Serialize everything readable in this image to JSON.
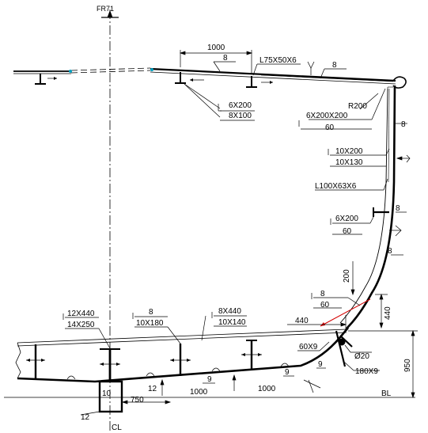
{
  "drawing": {
    "frame_label": "FR71",
    "centerline_label": "CL",
    "baseline_label": "BL",
    "deck": {
      "spacing_dim": "1000",
      "thickness": "8",
      "angle_label": "L75X50X6",
      "edge_thickness": "8",
      "girder_top": "6X200",
      "girder_bottom": "8X100"
    },
    "corner": {
      "radius": "R200",
      "bracket_top": "6X200X200",
      "bracket_bottom": "60"
    },
    "side": {
      "web_frame_top": "10X200",
      "web_frame_bottom": "10X130",
      "shell_thickness_1": "8",
      "shell_thickness_2": "8",
      "shell_thickness_3": "8",
      "frame_angle": "L100X63X6",
      "stringer_top": "6X200",
      "stringer_bottom": "60"
    },
    "bilge": {
      "dim_200": "200",
      "dim_440_v": "440",
      "dim_440_h": "440",
      "bracket_top": "8",
      "bracket_bottom": "60",
      "flat_bar": "60X9",
      "round_bar": "Ø20",
      "keelson": "180X9",
      "thickness_a": "9",
      "thickness_b": "9"
    },
    "bottom": {
      "cl_girder_top": "12X440",
      "cl_girder_bottom": "14X250",
      "floor_plate_top": "8",
      "floor_plate_bottom": "10X180",
      "side_girder_top": "8X440",
      "side_girder_bottom": "10X140",
      "shell_thickness": "9",
      "keel_plate": "12",
      "frame_spacing_1": "1000",
      "frame_spacing_2": "1000",
      "offset_dim": "750",
      "keel_dim_top": "10",
      "keel_dim_bottom": "12",
      "height_dim": "950"
    }
  }
}
